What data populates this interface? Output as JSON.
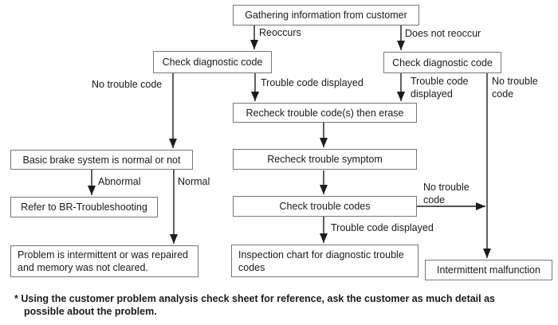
{
  "diagram": {
    "title_hint": "Diagnostic troubleshooting flowchart",
    "nodes": {
      "gathering": "Gathering information from customer",
      "check_diag_left": "Check diagnostic code",
      "check_diag_right": "Check diagnostic code",
      "recheck_erase": "Recheck trouble code(s) then erase",
      "recheck_symptom": "Recheck trouble symptom",
      "check_codes": "Check trouble codes",
      "basic_brake": "Basic brake system is normal or not",
      "refer_br": "Refer to BR-Troubleshooting",
      "problem_intermittent": "Problem is intermittent or was repaired and memory was not cleared.",
      "inspection_chart": "Inspection chart for diagnostic trouble codes",
      "intermittent_malfunction": "Intermittent malfunction"
    },
    "labels": {
      "reoccurs": "Reoccurs",
      "does_not_reoccur": "Does not reoccur",
      "no_trouble_code_left": "No trouble code",
      "trouble_displayed_mid": "Trouble code displayed",
      "trouble_displayed_right": "Trouble code displayed",
      "no_trouble_code_right": "No trouble code",
      "abnormal": "Abnormal",
      "normal": "Normal",
      "no_trouble_code_mid": "No trouble code",
      "trouble_displayed_bottom": "Trouble code displayed"
    },
    "footnote": {
      "line1": "* Using the customer problem analysis check sheet for reference, ask the customer as much detail as",
      "line2": "possible about the problem."
    },
    "colors": {
      "line": "#1c1c1c",
      "box_border": "#767676",
      "text": "#1a1a1a",
      "background": "#ffffff"
    }
  }
}
